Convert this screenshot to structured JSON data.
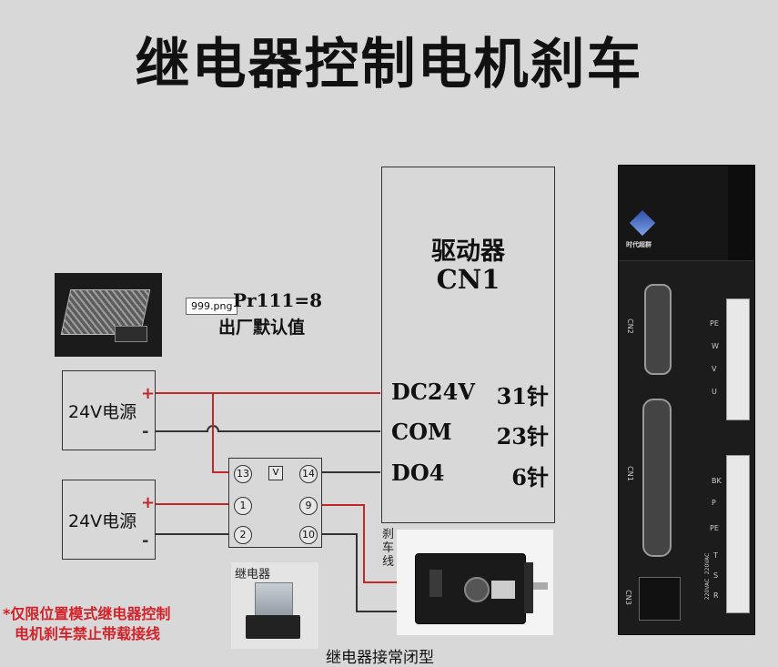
{
  "title": "继电器控制电机刹车",
  "tooltip": "999.png",
  "param": {
    "line1": "Pr111=8",
    "line2": "出厂默认值"
  },
  "psu1": {
    "label": "24V电源",
    "plus": "+",
    "minus": "-"
  },
  "psu2": {
    "label": "24V电源",
    "plus": "+",
    "minus": "-"
  },
  "driver": {
    "title1": "驱动器",
    "title2": "CN1",
    "rows": [
      {
        "signal": "DC24V",
        "pin": "31针"
      },
      {
        "signal": "COM",
        "pin": "23针"
      },
      {
        "signal": "DO4",
        "pin": "6针"
      }
    ]
  },
  "relay_pins": {
    "p13": "13",
    "p14": "14",
    "p1": "1",
    "p9": "9",
    "p2": "2",
    "p10": "10",
    "coil": "V"
  },
  "brake_label": "刹车线",
  "relay_photo_label": "继电器",
  "caption": "继电器接常闭型",
  "note": {
    "line1": "*仅限位置模式继电器控制",
    "line2": "电机刹车禁止带载接线"
  },
  "device_labels": {
    "cn2": "CN2",
    "cn1": "CN1",
    "cn3": "CN3",
    "pe1": "PE",
    "w": "W",
    "v": "V",
    "u": "U",
    "bk": "BK",
    "p": "P",
    "pe2": "PE",
    "t": "T",
    "s": "S",
    "r": "R",
    "vac1": "220VAC",
    "vac2": "220VAC"
  },
  "brand": "时代超群",
  "colors": {
    "wire_red": "#c0282a",
    "wire_black": "#333333",
    "device_body": "#1a1a1a"
  }
}
